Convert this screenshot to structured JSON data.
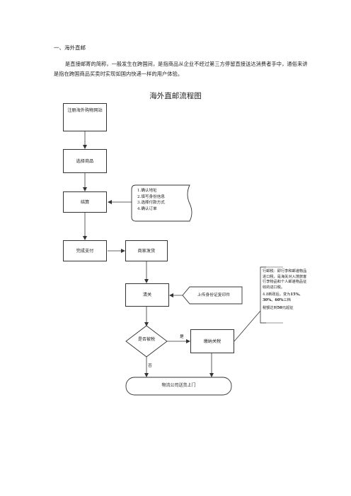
{
  "document": {
    "heading": "一、海外直邮",
    "paragraph": "是直接邮寄的简称，一般发生在跨国间，是指商品从企业不经过第三方停留直接送达消费者手中，通俗来讲是指在跨国商品买卖时实现如国内快递一样的用户体验。"
  },
  "diagram": {
    "title": "海外直邮流程图",
    "nodes": {
      "register": "注册海外购物网站",
      "select": "选择商品",
      "checkout": "结算",
      "pay": "完成支付",
      "ship": "商家发货",
      "customs": "清关",
      "decision": "是否被税",
      "tax": "缴纳关税",
      "deliver": "物流公司送货上门",
      "upload": "上传身份证复印件"
    },
    "checkout_steps": [
      "1.确认地址",
      "2.填写身份信息",
      "3.选择付款方式",
      "4.确认订单"
    ],
    "tax_note": {
      "line1": "行邮税：即行李和邮递物品进口税，是海关对入境旅客行李物品和个人邮递物品征收的进口税。",
      "line2_prefix": "4.8新政后，变为",
      "line2_rates": "15%、30%、60%",
      "line2_suffix": "三档",
      "line3_prefix": "税额达到",
      "line3_amount": "50",
      "line3_suffix": "元起征"
    },
    "labels": {
      "yes": "是",
      "no": "否"
    }
  }
}
